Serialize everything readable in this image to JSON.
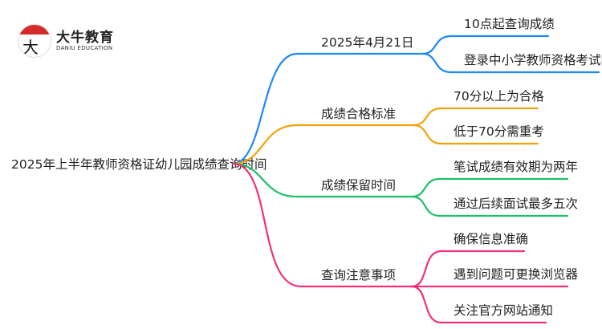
{
  "logo": {
    "mark": "大牛",
    "name": "大牛教育",
    "subtitle": "DANIU EDUCATION"
  },
  "root": "2025年上半年教师资格证幼儿园成绩查询时间",
  "colors": {
    "blue": "#1e88f5",
    "orange": "#f0a30a",
    "green": "#1fbf6a",
    "pink": "#f2307a"
  },
  "branches": [
    {
      "label": "2025年4月21日",
      "children": [
        "10点起查询成绩",
        "登录中小学教师资格考试网"
      ]
    },
    {
      "label": "成绩合格标准",
      "children": [
        "70分以上为合格",
        "低于70分需重考"
      ]
    },
    {
      "label": "成绩保留时间",
      "children": [
        "笔试成绩有效期为两年",
        "通过后续面试最多五次"
      ]
    },
    {
      "label": "查询注意事项",
      "children": [
        "确保信息准确",
        "遇到问题可更换浏览器",
        "关注官方网站通知"
      ]
    }
  ]
}
